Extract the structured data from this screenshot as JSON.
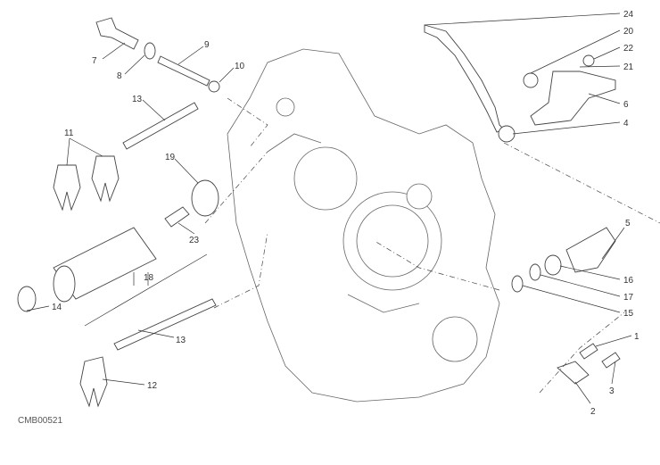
{
  "diagram_code": "CMB00521",
  "labels": {
    "l1": "1",
    "l2": "2",
    "l3": "3",
    "l4": "4",
    "l5": "5",
    "l6": "6",
    "l7": "7",
    "l8": "8",
    "l9": "9",
    "l10": "10",
    "l11": "11",
    "l12": "12",
    "l13a": "13",
    "l13b": "13",
    "l14": "14",
    "l15": "15",
    "l16": "16",
    "l17": "17",
    "l18": "18",
    "l19": "19",
    "l20": "20",
    "l21": "21",
    "l22": "22",
    "l23": "23",
    "l24": "24"
  }
}
